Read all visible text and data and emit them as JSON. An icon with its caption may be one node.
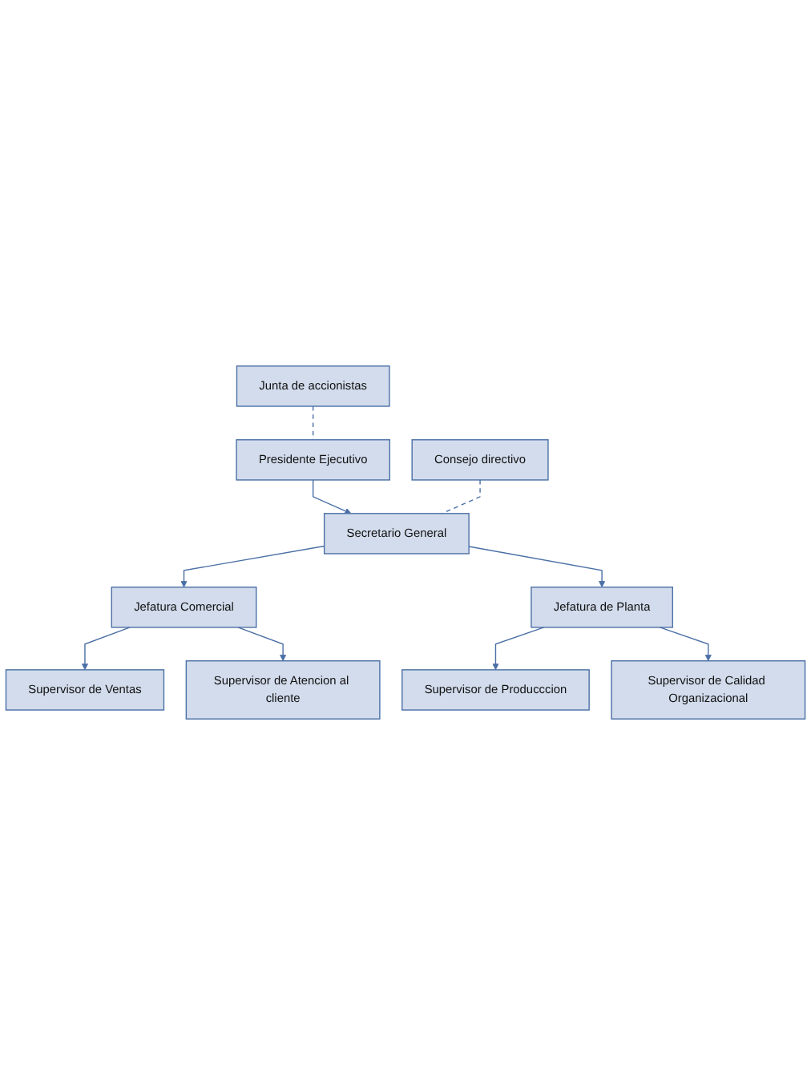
{
  "diagram": {
    "nodes": [
      {
        "text": [
          "Presidente Ejecutivo"
        ]
      },
      {
        "text": [
          "Junta de accionistas"
        ]
      },
      {
        "text": [
          "Secretario General"
        ]
      },
      {
        "text": [
          "Consejo directivo"
        ]
      },
      {
        "text": [
          "Jefatura Comercial"
        ]
      },
      {
        "text": [
          "Jefatura de Planta"
        ]
      },
      {
        "text": [
          "Supervisor de Ventas"
        ]
      },
      {
        "text": [
          "Supervisor de Producccion"
        ]
      },
      {
        "text": [
          "Supervisor de Atencion al cliente"
        ]
      },
      {
        "text": [
          "Supervisor de Calidad Organizacional"
        ]
      }
    ],
    "edges": [
      {
        "from": 0,
        "to": 2,
        "arrow": "to"
      },
      {
        "from": 1,
        "to": 0,
        "arrow": "none",
        "style": "dashed"
      },
      {
        "from": 3,
        "to": 2,
        "arrow": "none",
        "style": "dashed"
      },
      {
        "from": 2,
        "to": 4,
        "arrow": "to"
      },
      {
        "from": 2,
        "to": 5,
        "arrow": "to"
      },
      {
        "from": 4,
        "to": 6,
        "arrow": "to"
      },
      {
        "from": 4,
        "to": 8,
        "arrow": "to"
      },
      {
        "from": 5,
        "to": 7,
        "arrow": "to"
      },
      {
        "from": 5,
        "to": 9,
        "arrow": "to"
      }
    ]
  }
}
